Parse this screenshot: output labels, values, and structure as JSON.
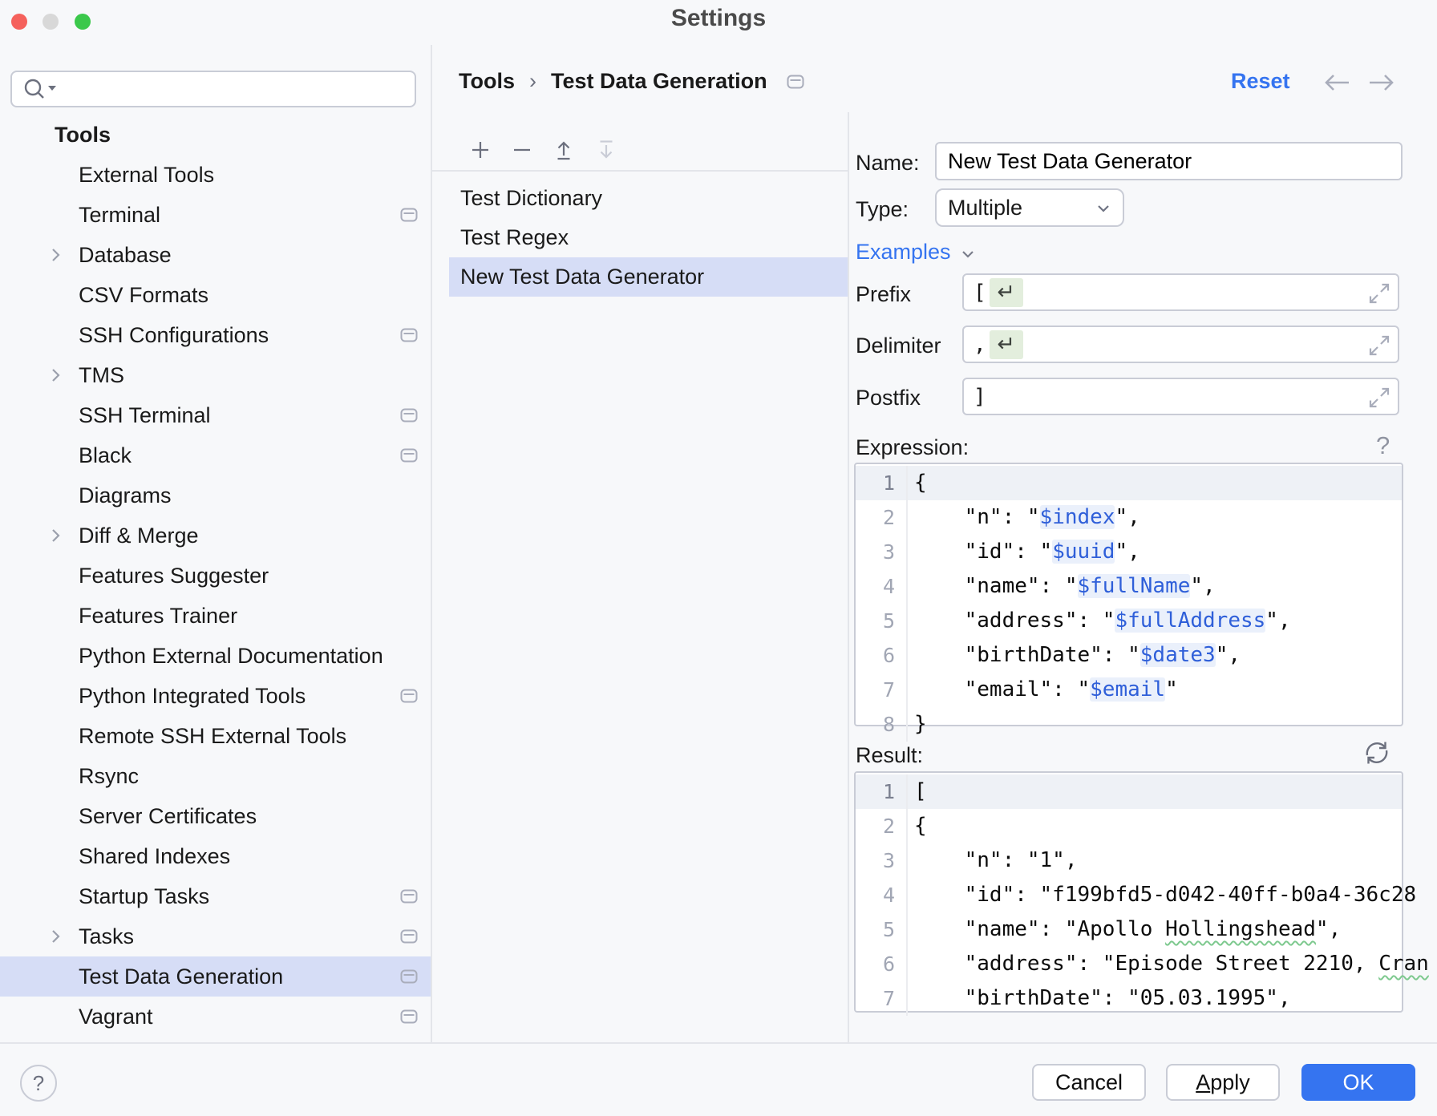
{
  "window": {
    "title": "Settings"
  },
  "colors": {
    "accent": "#3574F0",
    "selection_highlight": "#D6DDF6",
    "ok_button": "#3574F0",
    "reset_link": "#3574F0",
    "variable_text": "#2F5FD9",
    "variable_background": "#EAF0FB",
    "typo_underline_green": "#7EC98F",
    "newline_chip_background": "#E3EEDD",
    "traffic_close": "#F5615C",
    "traffic_minimize": "#D8D8D8",
    "traffic_zoom": "#3BC84B"
  },
  "sidebar": {
    "search_placeholder": "",
    "section_header": "Tools",
    "items": [
      {
        "label": "External Tools",
        "chevron": false,
        "monitor": false,
        "selected": false
      },
      {
        "label": "Terminal",
        "chevron": false,
        "monitor": true,
        "selected": false
      },
      {
        "label": "Database",
        "chevron": true,
        "monitor": false,
        "selected": false
      },
      {
        "label": "CSV Formats",
        "chevron": false,
        "monitor": false,
        "selected": false
      },
      {
        "label": "SSH Configurations",
        "chevron": false,
        "monitor": true,
        "selected": false
      },
      {
        "label": "TMS",
        "chevron": true,
        "monitor": false,
        "selected": false
      },
      {
        "label": "SSH Terminal",
        "chevron": false,
        "monitor": true,
        "selected": false
      },
      {
        "label": "Black",
        "chevron": false,
        "monitor": true,
        "selected": false
      },
      {
        "label": "Diagrams",
        "chevron": false,
        "monitor": false,
        "selected": false
      },
      {
        "label": "Diff & Merge",
        "chevron": true,
        "monitor": false,
        "selected": false
      },
      {
        "label": "Features Suggester",
        "chevron": false,
        "monitor": false,
        "selected": false
      },
      {
        "label": "Features Trainer",
        "chevron": false,
        "monitor": false,
        "selected": false
      },
      {
        "label": "Python External Documentation",
        "chevron": false,
        "monitor": false,
        "selected": false
      },
      {
        "label": "Python Integrated Tools",
        "chevron": false,
        "monitor": true,
        "selected": false
      },
      {
        "label": "Remote SSH External Tools",
        "chevron": false,
        "monitor": false,
        "selected": false
      },
      {
        "label": "Rsync",
        "chevron": false,
        "monitor": false,
        "selected": false
      },
      {
        "label": "Server Certificates",
        "chevron": false,
        "monitor": false,
        "selected": false
      },
      {
        "label": "Shared Indexes",
        "chevron": false,
        "monitor": false,
        "selected": false
      },
      {
        "label": "Startup Tasks",
        "chevron": false,
        "monitor": true,
        "selected": false
      },
      {
        "label": "Tasks",
        "chevron": true,
        "monitor": true,
        "selected": false
      },
      {
        "label": "Test Data Generation",
        "chevron": false,
        "monitor": true,
        "selected": true
      },
      {
        "label": "Vagrant",
        "chevron": false,
        "monitor": true,
        "selected": false
      }
    ]
  },
  "header": {
    "breadcrumb": {
      "parent": "Tools",
      "separator": "›",
      "current": "Test Data Generation"
    },
    "reset_label": "Reset",
    "nav_icons": [
      "arrow-left",
      "arrow-right"
    ]
  },
  "master_list": {
    "toolbar_icons": [
      "add",
      "remove",
      "move-up",
      "move-down"
    ],
    "items": [
      {
        "label": "Test Dictionary",
        "selected": false
      },
      {
        "label": "Test Regex",
        "selected": false
      },
      {
        "label": "New Test Data Generator",
        "selected": true
      }
    ]
  },
  "form": {
    "name_label": "Name:",
    "name_value": "New Test Data Generator",
    "type_label": "Type:",
    "type_value": "Multiple",
    "examples_label": "Examples",
    "prefix_label": "Prefix",
    "prefix_value": "[",
    "delimiter_label": "Delimiter",
    "delimiter_value": ",",
    "postfix_label": "Postfix",
    "postfix_value": "]",
    "newline_symbol": "↵"
  },
  "expression": {
    "label": "Expression:",
    "help_symbol": "?",
    "active_line": 0,
    "lines": [
      [
        {
          "t": "{"
        }
      ],
      [
        {
          "t": "    \"n\": \""
        },
        {
          "t": "$index",
          "c": "v"
        },
        {
          "t": "\","
        }
      ],
      [
        {
          "t": "    \"id\": \""
        },
        {
          "t": "$uuid",
          "c": "v"
        },
        {
          "t": "\","
        }
      ],
      [
        {
          "t": "    \"name\": \""
        },
        {
          "t": "$fullName",
          "c": "v"
        },
        {
          "t": "\","
        }
      ],
      [
        {
          "t": "    \"address\": \""
        },
        {
          "t": "$fullAddress",
          "c": "v"
        },
        {
          "t": "\","
        }
      ],
      [
        {
          "t": "    \"birthDate\": \""
        },
        {
          "t": "$date3",
          "c": "v"
        },
        {
          "t": "\","
        }
      ],
      [
        {
          "t": "    \"email\": \""
        },
        {
          "t": "$email",
          "c": "v"
        },
        {
          "t": "\""
        }
      ],
      [
        {
          "t": "}"
        }
      ]
    ]
  },
  "result": {
    "label": "Result:",
    "active_line": 0,
    "lines": [
      [
        {
          "t": "["
        }
      ],
      [
        {
          "t": "{"
        }
      ],
      [
        {
          "t": "    \"n\": \"1\","
        }
      ],
      [
        {
          "t": "    \"id\": \"f199bfd5-d042-40ff-b0a4-36c28"
        }
      ],
      [
        {
          "t": "    \"name\": \"Apollo "
        },
        {
          "t": "Hollingshead",
          "c": "e"
        },
        {
          "t": "\","
        }
      ],
      [
        {
          "t": "    \"address\": \"Episode Street 2210, "
        },
        {
          "t": "Cran",
          "c": "e"
        }
      ],
      [
        {
          "t": "    \"birthDate\": \"05.03.1995\","
        }
      ]
    ]
  },
  "footer": {
    "help_label": "?",
    "cancel_label": "Cancel",
    "apply_label": "Apply",
    "ok_label": "OK"
  }
}
